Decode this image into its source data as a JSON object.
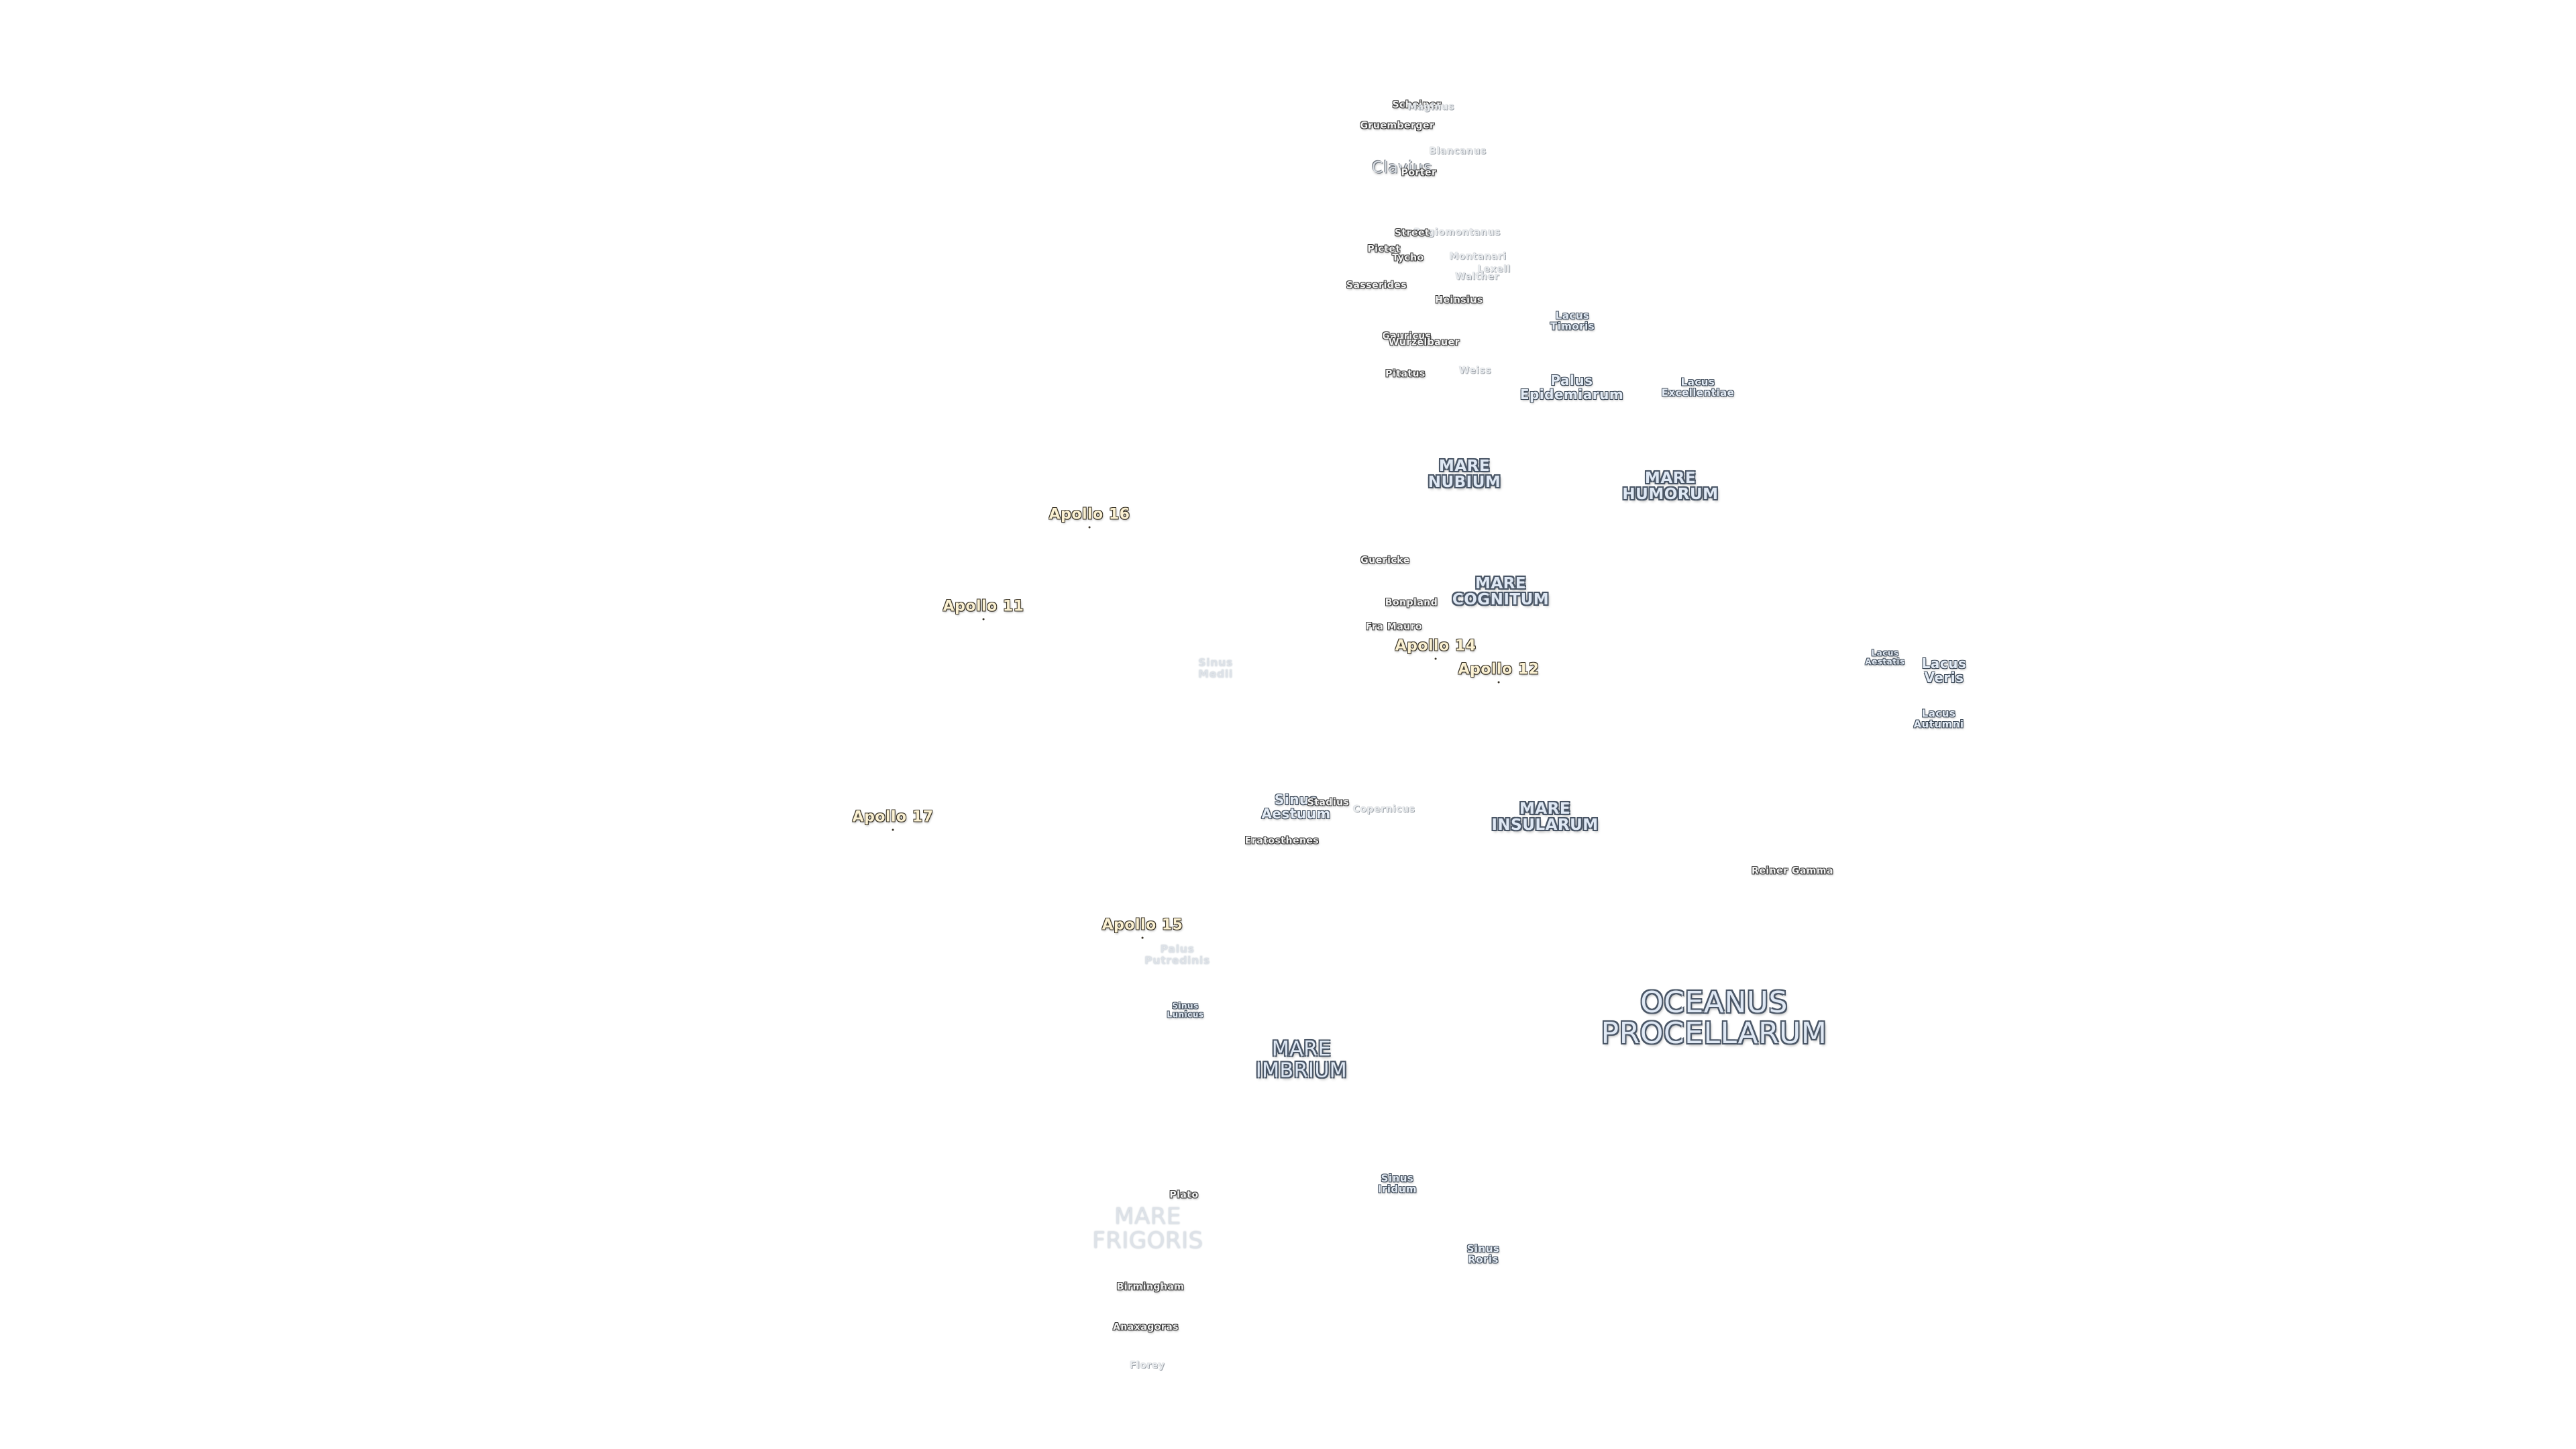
{
  "maria": [
    {
      "id": "oceanus-procellarum",
      "text": "OCEANUS\nPROCELLARUM",
      "size": "s44"
    },
    {
      "id": "mare-imbrium",
      "text": "MARE\nIMBRIUM",
      "size": "s32"
    },
    {
      "id": "mare-nubium",
      "text": "MARE\nNUBIUM",
      "size": "s24"
    },
    {
      "id": "mare-humorum",
      "text": "MARE\nHUMORUM",
      "size": "s24"
    },
    {
      "id": "mare-insularum",
      "text": "MARE\nINSULARUM",
      "size": "s24"
    },
    {
      "id": "mare-cognitum",
      "text": "MARE\nCOGNITUM",
      "size": "s24"
    }
  ],
  "faint_labels": [
    {
      "id": "mare-frigoris",
      "text": "MARE\nFRIGORIS",
      "size": "big"
    },
    {
      "id": "sinus-medii",
      "text": "Sinus\nMedii",
      "size": ""
    },
    {
      "id": "palus-putredinis",
      "text": "Palus\nPutredinis",
      "size": ""
    }
  ],
  "lakes": [
    {
      "id": "lacus-veris",
      "text": "Lacus\nVeris",
      "size": "l20"
    },
    {
      "id": "lacus-autumni",
      "text": "Lacus\nAutumni",
      "size": ""
    },
    {
      "id": "lacus-aestatis",
      "text": "Lacus\nAestatis",
      "size": "l12"
    },
    {
      "id": "lacus-timoris",
      "text": "Lacus\nTimoris",
      "size": ""
    },
    {
      "id": "lacus-excellentiae",
      "text": "Lacus\nExcellentiae",
      "size": ""
    },
    {
      "id": "palus-epidemiarum",
      "text": "Palus\nEpidemiarum",
      "size": "l20"
    },
    {
      "id": "sinus-aestuum",
      "text": "Sinus\nAestuum",
      "size": "l20"
    },
    {
      "id": "sinus-iridum",
      "text": "Sinus\nIridum",
      "size": ""
    },
    {
      "id": "sinus-roris",
      "text": "Sinus\nRoris",
      "size": ""
    },
    {
      "id": "sinus-lunicus",
      "text": "Sinus\nLunicus",
      "size": "l12"
    }
  ],
  "craters": [
    {
      "id": "clavius",
      "text": "Clavius",
      "size": "c22"
    },
    {
      "id": "scheiner",
      "text": "Scheiner",
      "size": ""
    },
    {
      "id": "maginus",
      "text": "Maginus",
      "size": "dim"
    },
    {
      "id": "gruemberger",
      "text": "Gruemberger",
      "size": ""
    },
    {
      "id": "blancanus",
      "text": "Blancanus",
      "size": "dim"
    },
    {
      "id": "porter",
      "text": "Porter",
      "size": ""
    },
    {
      "id": "regiomontanus",
      "text": "Regiomontanus",
      "size": "dim"
    },
    {
      "id": "street",
      "text": "Street",
      "size": ""
    },
    {
      "id": "pictet",
      "text": "Pictet",
      "size": ""
    },
    {
      "id": "tycho",
      "text": "Tycho",
      "size": ""
    },
    {
      "id": "montanari",
      "text": "Montanari",
      "size": "dim"
    },
    {
      "id": "lexell",
      "text": "Lexell",
      "size": "dim"
    },
    {
      "id": "walther",
      "text": "Walther",
      "size": "dim"
    },
    {
      "id": "sasserides",
      "text": "Sasserides",
      "size": ""
    },
    {
      "id": "heinsius",
      "text": "Heinsius",
      "size": ""
    },
    {
      "id": "gauricus",
      "text": "Gauricus",
      "size": ""
    },
    {
      "id": "wurzelbauer",
      "text": "Wurzelbauer",
      "size": ""
    },
    {
      "id": "pitatus",
      "text": "Pitatus",
      "size": ""
    },
    {
      "id": "weiss",
      "text": "Weiss",
      "size": "dim"
    },
    {
      "id": "guericke",
      "text": "Guericke",
      "size": ""
    },
    {
      "id": "bonpland",
      "text": "Bonpland",
      "size": ""
    },
    {
      "id": "fra-mauro",
      "text": "Fra Mauro",
      "size": ""
    },
    {
      "id": "stadius",
      "text": "Stadius",
      "size": ""
    },
    {
      "id": "copernicus",
      "text": "Copernicus",
      "size": "dim"
    },
    {
      "id": "eratosthenes",
      "text": "Eratosthenes",
      "size": ""
    },
    {
      "id": "reiner-gamma",
      "text": "Reiner Gamma",
      "size": ""
    },
    {
      "id": "plato",
      "text": "Plato",
      "size": ""
    },
    {
      "id": "birmingham",
      "text": "Birmingham",
      "size": ""
    },
    {
      "id": "anaxagoras",
      "text": "Anaxagoras",
      "size": ""
    },
    {
      "id": "florey",
      "text": "Florey",
      "size": "dim"
    }
  ],
  "apollo_sites": [
    {
      "id": "apollo-16",
      "text": "Apollo 16"
    },
    {
      "id": "apollo-11",
      "text": "Apollo 11"
    },
    {
      "id": "apollo-14",
      "text": "Apollo 14"
    },
    {
      "id": "apollo-12",
      "text": "Apollo 12"
    },
    {
      "id": "apollo-17",
      "text": "Apollo 17"
    },
    {
      "id": "apollo-15",
      "text": "Apollo 15"
    }
  ]
}
